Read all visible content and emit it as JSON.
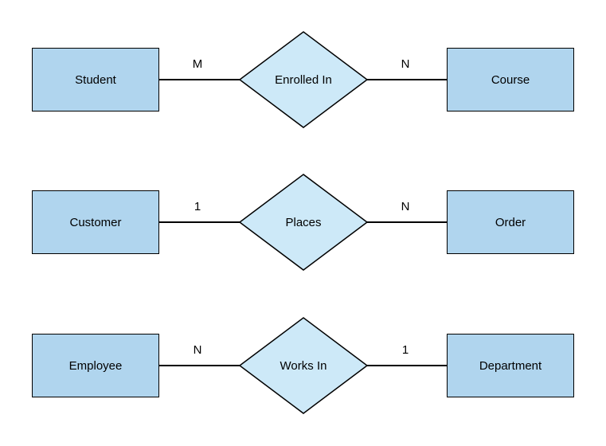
{
  "diagram": {
    "type": "entity-relationship-diagram",
    "colors": {
      "entity_fill": "#b0d5ee",
      "relationship_fill": "#cde9f8",
      "stroke": "#000000",
      "text": "#000000",
      "background": "#ffffff"
    },
    "rows": [
      {
        "left_entity": "Student",
        "left_cardinality": "M",
        "relationship": "Enrolled In",
        "right_cardinality": "N",
        "right_entity": "Course"
      },
      {
        "left_entity": "Customer",
        "left_cardinality": "1",
        "relationship": "Places",
        "right_cardinality": "N",
        "right_entity": "Order"
      },
      {
        "left_entity": "Employee",
        "left_cardinality": "N",
        "relationship": "Works In",
        "right_cardinality": "1",
        "right_entity": "Department"
      }
    ]
  }
}
